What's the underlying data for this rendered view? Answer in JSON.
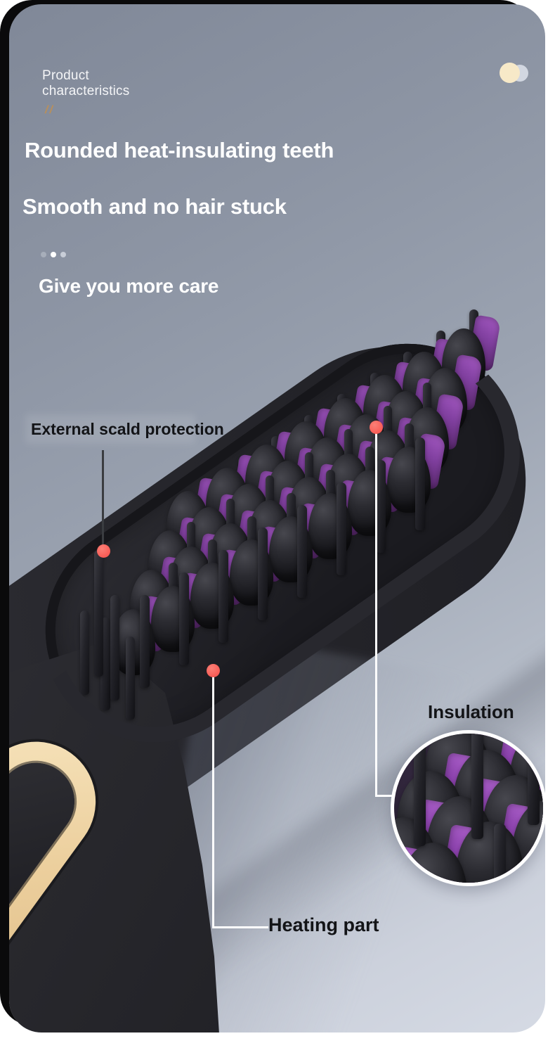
{
  "header": {
    "eyebrow_line1": "Product",
    "eyebrow_line2": "characteristics",
    "decor_slashes": "//",
    "headline_1": "Rounded heat-insulating teeth",
    "headline_2": "Smooth and no hair stuck",
    "tagline": "Give you more care"
  },
  "callouts": {
    "external": {
      "label": "External scald protection"
    },
    "insulation": {
      "label": "Insulation"
    },
    "heating": {
      "label": "Heating part"
    }
  },
  "colors": {
    "accent_dot": "#f9615a",
    "gold_band": "#eccf9d",
    "heater_purple": "#8a41ab",
    "card_gradient_start": "#808898",
    "card_gradient_end": "#d5dae4",
    "headline_text": "#ffffff",
    "label_text": "#131417"
  }
}
